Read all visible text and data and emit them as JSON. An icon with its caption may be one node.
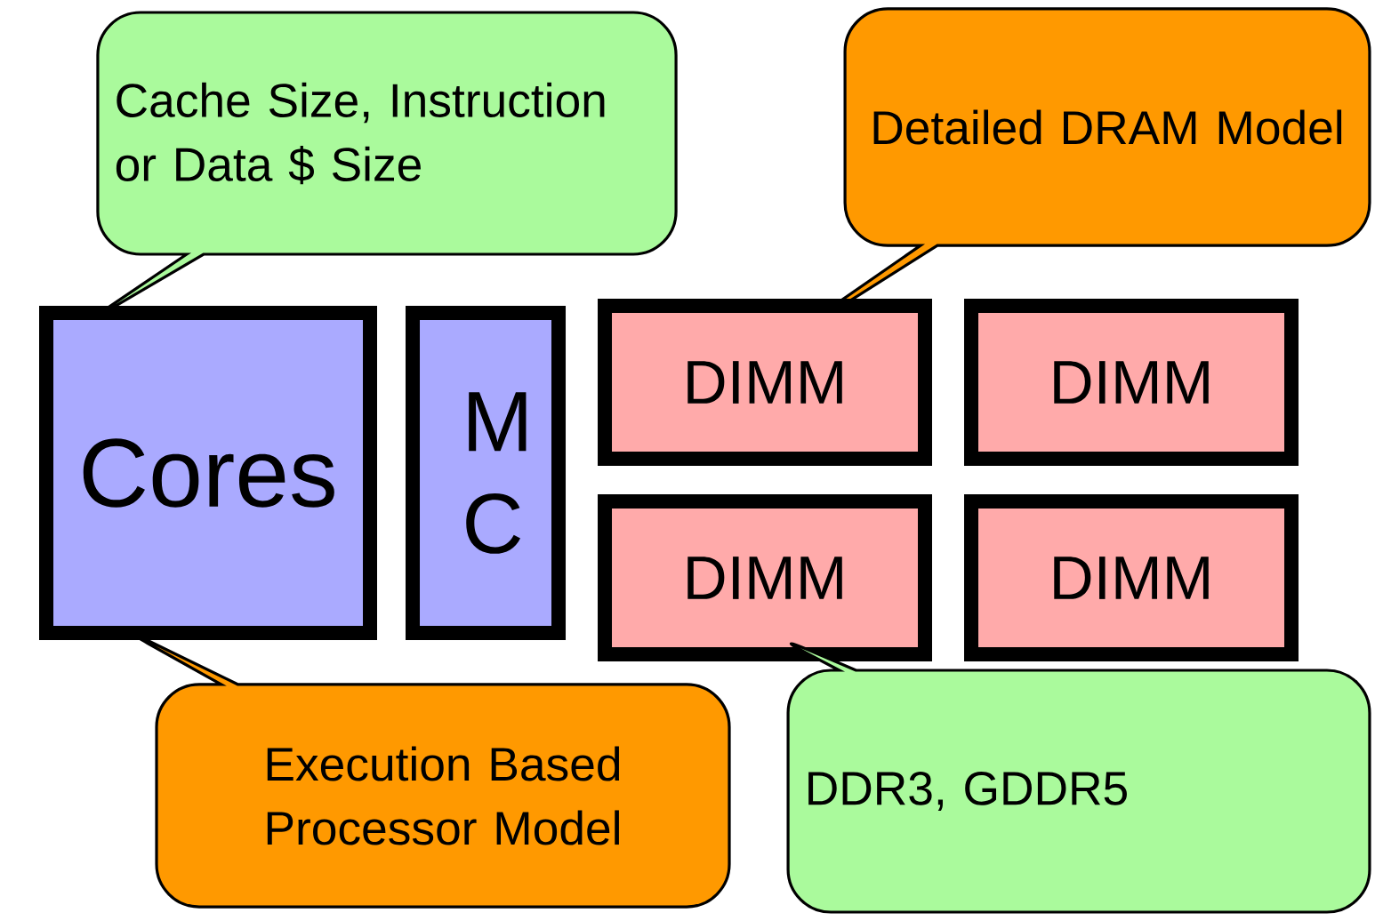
{
  "diagram": {
    "nodes": [
      {
        "text": [
          "Cache Size, Instruction or Data $ Size"
        ]
      },
      {
        "text": [
          "Detailed DRAM Model"
        ]
      },
      {
        "text": [
          "Cores"
        ]
      },
      {
        "text": [
          "M C"
        ]
      },
      {
        "text": [
          "DIMM"
        ]
      },
      {
        "text": [
          "DIMM"
        ]
      },
      {
        "text": [
          "DIMM"
        ]
      },
      {
        "text": [
          "DIMM"
        ]
      },
      {
        "text": [
          "Execution Based Processor Model"
        ]
      },
      {
        "text": [
          "DDR3, GDDR5"
        ]
      }
    ]
  }
}
